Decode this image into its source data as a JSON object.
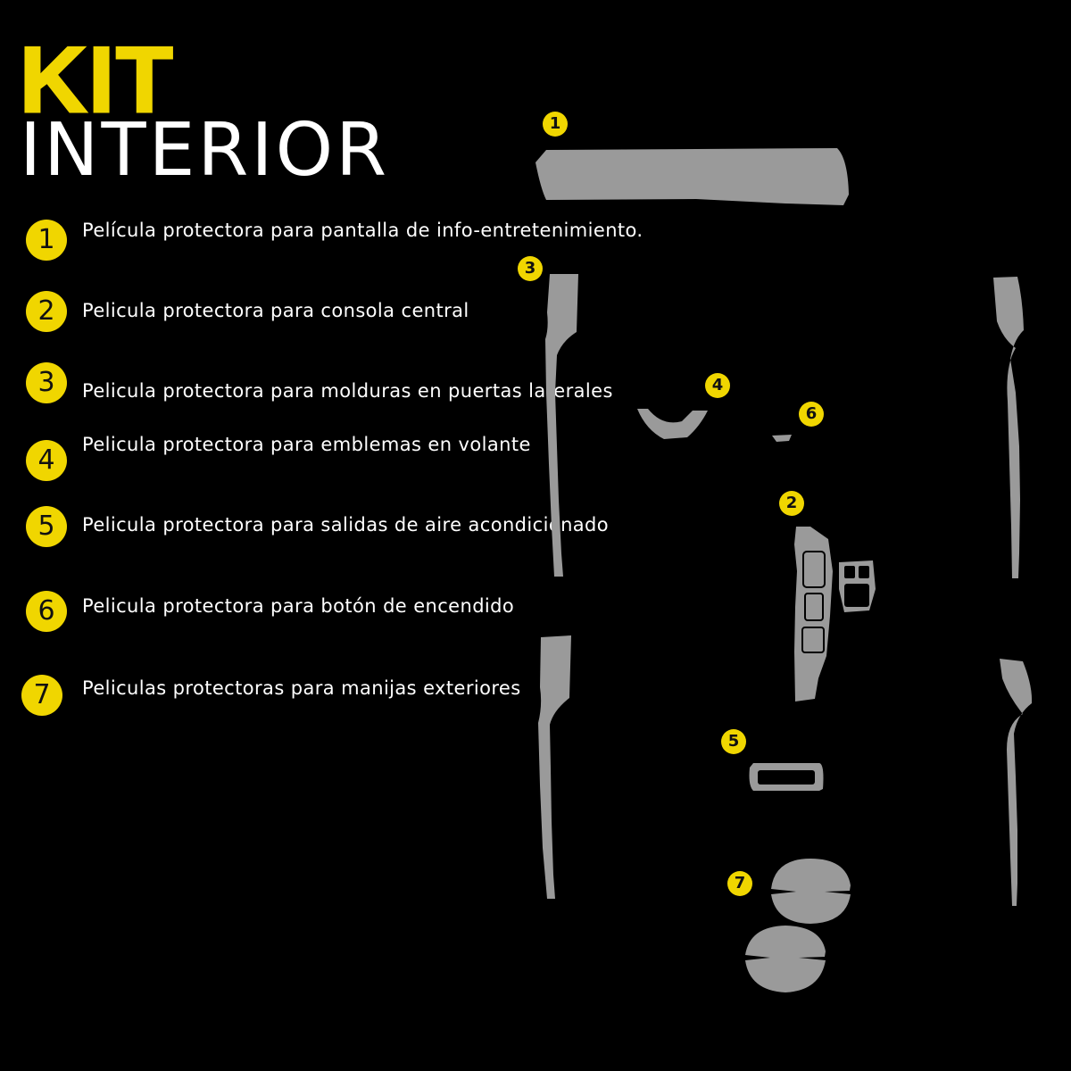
{
  "header": {
    "kit": "KIT",
    "interior": "INTERIOR"
  },
  "colors": {
    "accent": "#f0d600",
    "background": "#000000",
    "part_fill": "#9a9a9a"
  },
  "legend": [
    {
      "number": "1",
      "text": "Película protectora para pantalla de info-entretenimiento."
    },
    {
      "number": "2",
      "text": "Pelicula protectora para consola central"
    },
    {
      "number": "3",
      "text": "Pelicula protectora para molduras en puertas laterales"
    },
    {
      "number": "4",
      "text": "Pelicula protectora para emblemas en volante"
    },
    {
      "number": "5",
      "text": "Pelicula protectora para salidas de aire acondicionado"
    },
    {
      "number": "6",
      "text": "Pelicula protectora para botón de encendido"
    },
    {
      "number": "7",
      "text": "Peliculas protectoras para manijas exteriores"
    }
  ],
  "callouts": [
    "1",
    "2",
    "3",
    "4",
    "5",
    "6",
    "7"
  ]
}
